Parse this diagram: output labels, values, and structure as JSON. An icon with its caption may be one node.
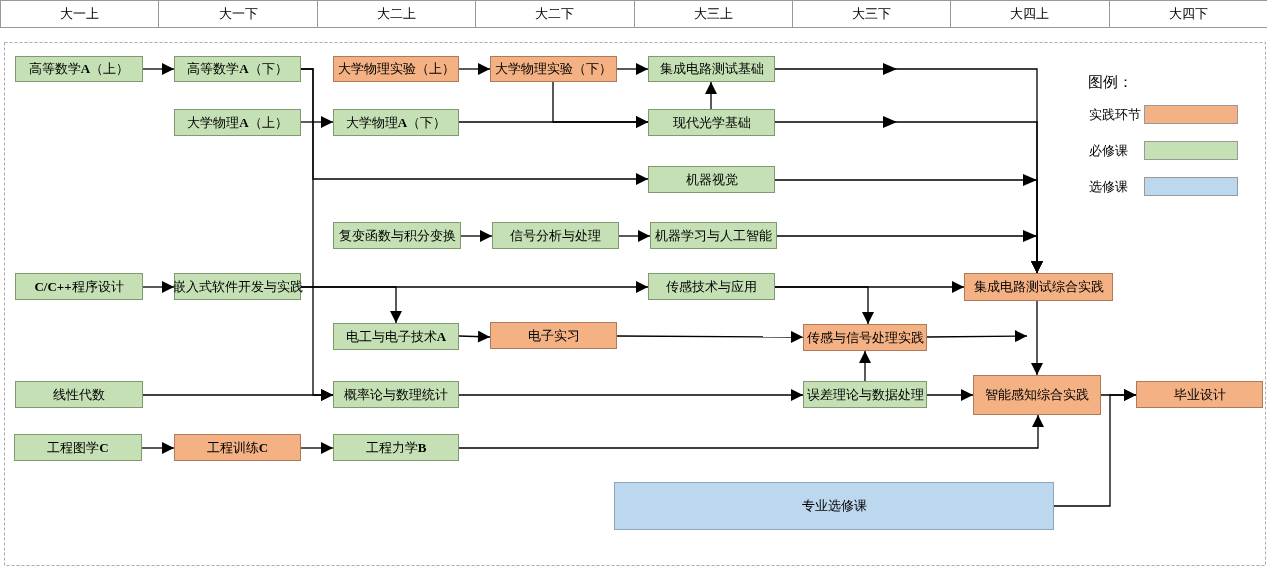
{
  "diagram": {
    "nodes": [
      {
        "text": [
          "高等数学**A**（上）"
        ]
      },
      {
        "text": [
          "高等数学**A**（下）"
        ]
      },
      {
        "text": [
          "大学物理实验（上）"
        ]
      },
      {
        "text": [
          "大学物理实验（下）"
        ]
      },
      {
        "text": [
          "集成电路测试基础"
        ]
      },
      {
        "text": [
          "大学物理**A**（上）"
        ]
      },
      {
        "text": [
          "大学物理**A**（下）"
        ]
      },
      {
        "text": [
          "现代光学基础"
        ]
      },
      {
        "text": [
          "机器视觉"
        ]
      },
      {
        "text": [
          "复变函数与积分变换"
        ]
      },
      {
        "text": [
          "信号分析与处理"
        ]
      },
      {
        "text": [
          "机器学习与人工智能"
        ]
      },
      {
        "text": [
          "**C/C++**程序设计"
        ]
      },
      {
        "text": [
          "嵌入式软件开发与实践"
        ]
      },
      {
        "text": [
          "传感技术与应用"
        ]
      },
      {
        "text": [
          "集成电路测试综合实践"
        ]
      },
      {
        "text": [
          "电工与电子技术**A**"
        ]
      },
      {
        "text": [
          "电子实习"
        ]
      },
      {
        "text": [
          "传感与信号处理实践"
        ]
      },
      {
        "text": [
          "线性代数"
        ]
      },
      {
        "text": [
          "概率论与数理统计"
        ]
      },
      {
        "text": [
          "误差理论与数据处理"
        ]
      },
      {
        "text": [
          "智能感知综合实践"
        ]
      },
      {
        "text": [
          "毕业设计"
        ]
      },
      {
        "text": [
          "工程图学**C**"
        ]
      },
      {
        "text": [
          "工程训练**C**"
        ]
      },
      {
        "text": [
          "工程力学**B**"
        ]
      },
      {
        "text": [
          "专业选修课"
        ]
      }
    ],
    "edges": [
      {
        "from": 0,
        "to": 1,
        "arrow": "to"
      },
      {
        "from": 1,
        "to": 20,
        "arrow": "to"
      },
      {
        "from": 1,
        "to": 8,
        "arrow": "to"
      },
      {
        "from": 2,
        "to": 3,
        "arrow": "to"
      },
      {
        "from": 3,
        "to": 4,
        "arrow": "to"
      },
      {
        "from": 3,
        "to": 7,
        "arrow": "to"
      },
      {
        "from": 5,
        "to": 6,
        "arrow": "to"
      },
      {
        "from": 6,
        "to": 7,
        "arrow": "to"
      },
      {
        "from": 7,
        "to": 4,
        "arrow": "to"
      },
      {
        "from": 4,
        "to": 15,
        "arrow": "to"
      },
      {
        "from": 7,
        "to": 15,
        "arrow": "to"
      },
      {
        "from": 8,
        "to": 15,
        "arrow": "to"
      },
      {
        "from": 9,
        "to": 10,
        "arrow": "to"
      },
      {
        "from": 10,
        "to": 11,
        "arrow": "to"
      },
      {
        "from": 11,
        "to": 15,
        "arrow": "to"
      },
      {
        "from": 12,
        "to": 13,
        "arrow": "to"
      },
      {
        "from": 13,
        "to": 14,
        "arrow": "to"
      },
      {
        "from": 13,
        "to": 16,
        "arrow": "to"
      },
      {
        "from": 14,
        "to": 15,
        "arrow": "to"
      },
      {
        "from": 14,
        "to": 18,
        "arrow": "to"
      },
      {
        "from": 15,
        "to": 22,
        "arrow": "to"
      },
      {
        "from": 16,
        "to": 17,
        "arrow": "to"
      },
      {
        "from": 17,
        "to": 18,
        "arrow": "to"
      },
      {
        "from": 18,
        "to": null,
        "arrow": "to"
      },
      {
        "from": 19,
        "to": 20,
        "arrow": "to"
      },
      {
        "from": 20,
        "to": 21,
        "arrow": "to"
      },
      {
        "from": 21,
        "to": 18,
        "arrow": "to"
      },
      {
        "from": 21,
        "to": 22,
        "arrow": "to"
      },
      {
        "from": 22,
        "to": 23,
        "arrow": "to"
      },
      {
        "from": 24,
        "to": 25,
        "arrow": "to"
      },
      {
        "from": 25,
        "to": 26,
        "arrow": "to"
      },
      {
        "from": 26,
        "to": 22,
        "arrow": "to"
      },
      {
        "from": 27,
        "to": 23,
        "arrow": "to"
      }
    ],
    "labels": [
      "大一上",
      "大一下",
      "大二上",
      "大二下",
      "大三上",
      "大三下",
      "大四上",
      "大四下",
      "图例："
    ],
    "legend": [
      {
        "text": "实践环节",
        "color": "#f4b183"
      },
      {
        "text": "必修课",
        "color": "#c5e0b4"
      },
      {
        "text": "选修课",
        "color": "#bdd7ee"
      }
    ]
  }
}
